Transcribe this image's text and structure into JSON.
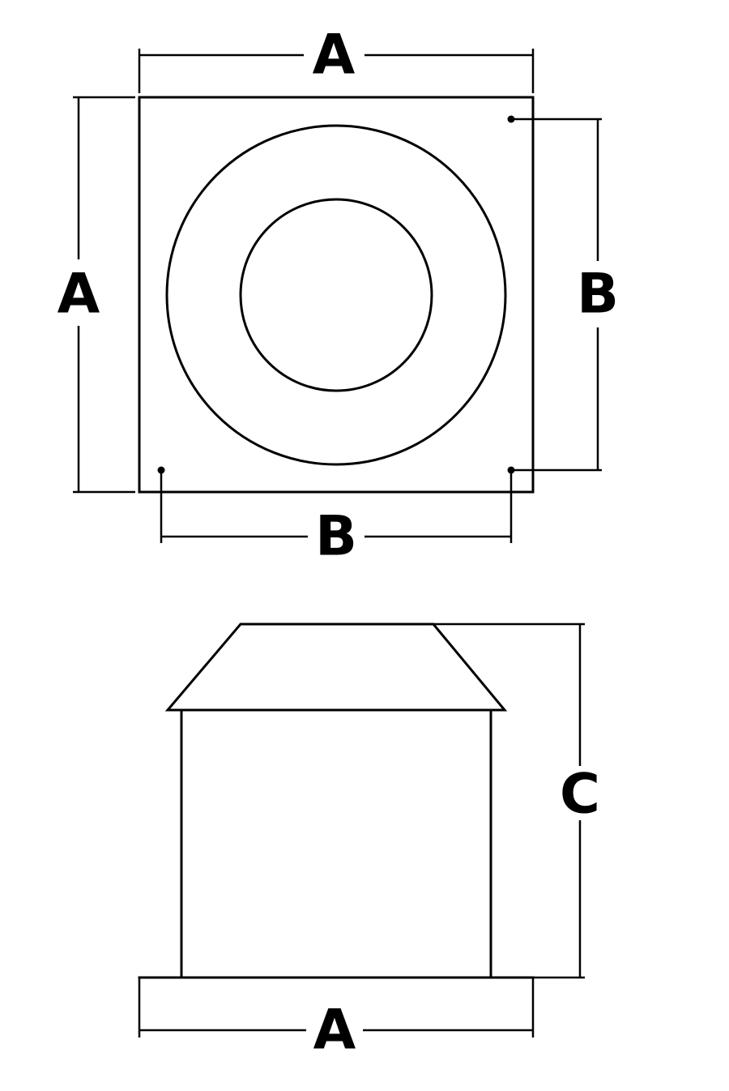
{
  "labels": {
    "top_width": "A",
    "left_height": "A",
    "right_hole_spacing": "B",
    "bottom_hole_spacing": "B",
    "side_height": "C",
    "base_width": "A"
  }
}
